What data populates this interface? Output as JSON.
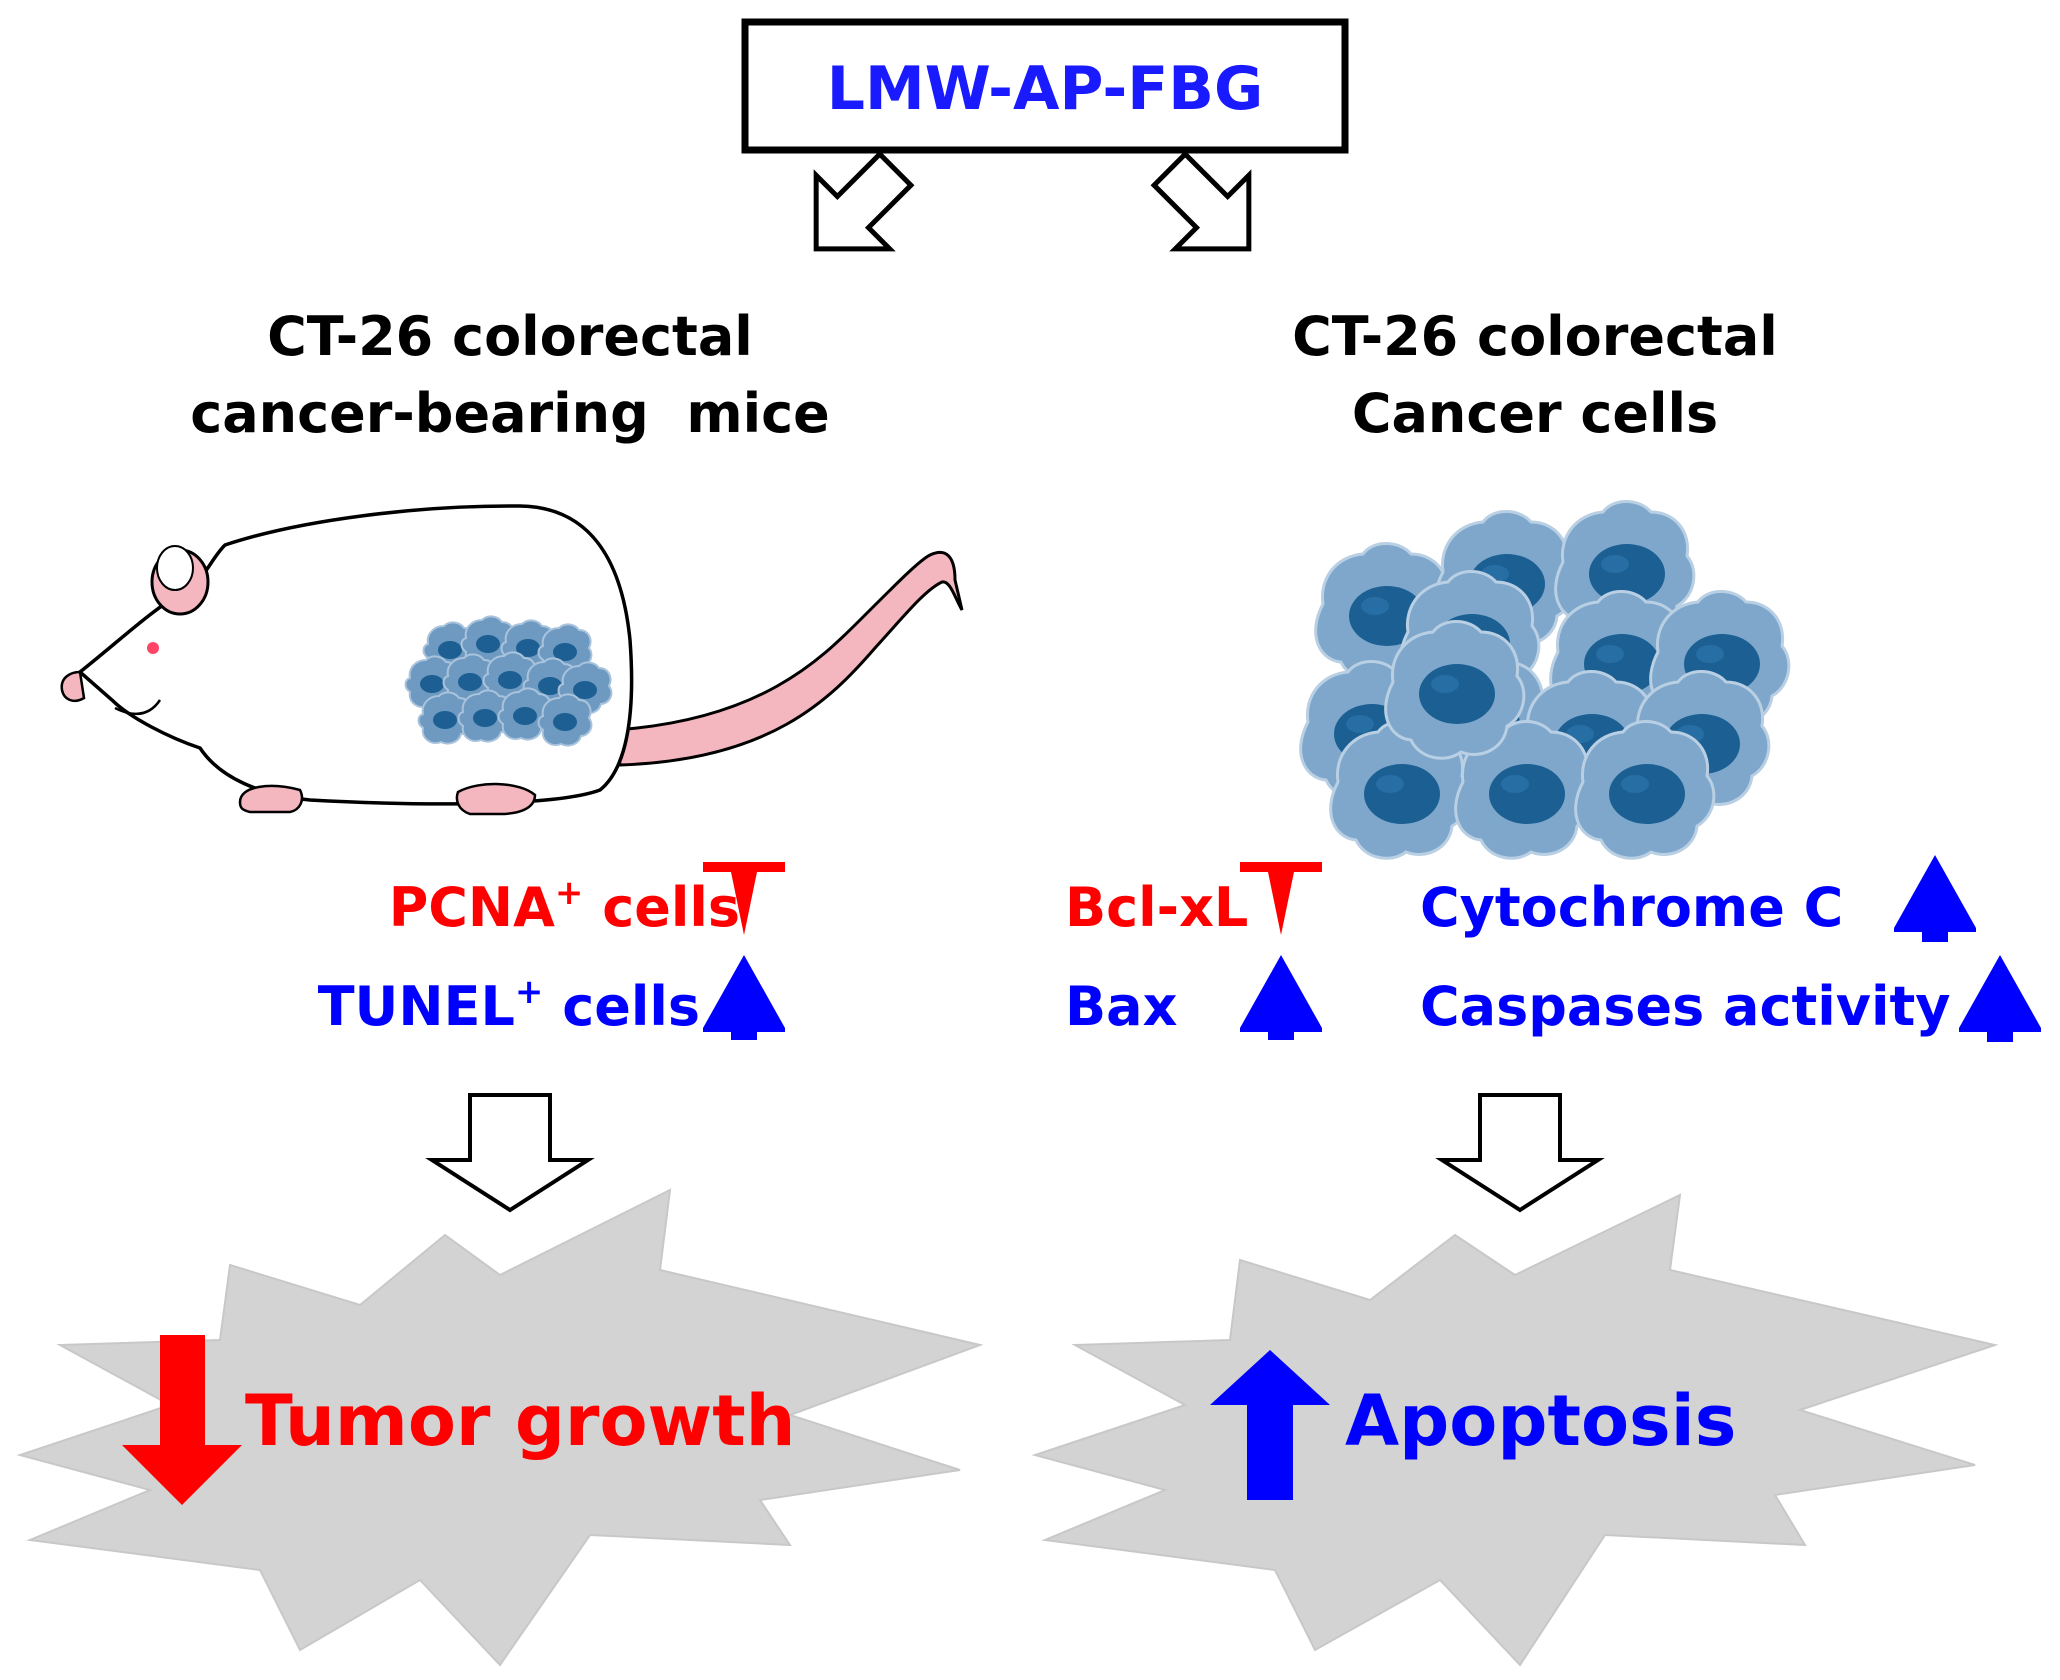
{
  "title": "LMW-AP-FBG",
  "left": {
    "heading": [
      "CT-26 colorectal",
      "cancer-bearing  mice"
    ],
    "markers": [
      {
        "label": "PCNA",
        "sup": "+",
        "suffix": " cells",
        "direction": "down",
        "color": "#ff0000"
      },
      {
        "label": "TUNEL",
        "sup": "+",
        "suffix": " cells",
        "direction": "up",
        "color": "#0000ff"
      }
    ],
    "outcome": {
      "label": "Tumor growth",
      "direction": "down",
      "color": "#ff0000"
    }
  },
  "right": {
    "heading": [
      "CT-26 colorectal",
      "Cancer cells"
    ],
    "markers": [
      {
        "label": "Bcl-xL",
        "direction": "down",
        "color": "#ff0000"
      },
      {
        "label": "Bax",
        "direction": "up",
        "color": "#0000ff"
      },
      {
        "label": "Cytochrome C",
        "direction": "up",
        "color": "#0000ff"
      },
      {
        "label": "Caspases activity",
        "direction": "up",
        "color": "#0000ff"
      }
    ],
    "outcome": {
      "label": "Apoptosis",
      "direction": "up",
      "color": "#0000ff"
    }
  },
  "colors": {
    "red": "#ff0000",
    "blue": "#0000ff",
    "title_text": "#1a1aff",
    "burst": "#d3d3d3",
    "mouse_pink": "#f4b6bf",
    "cell_outer": "#7da4c8",
    "cell_nucleus": "#1d5f92"
  }
}
